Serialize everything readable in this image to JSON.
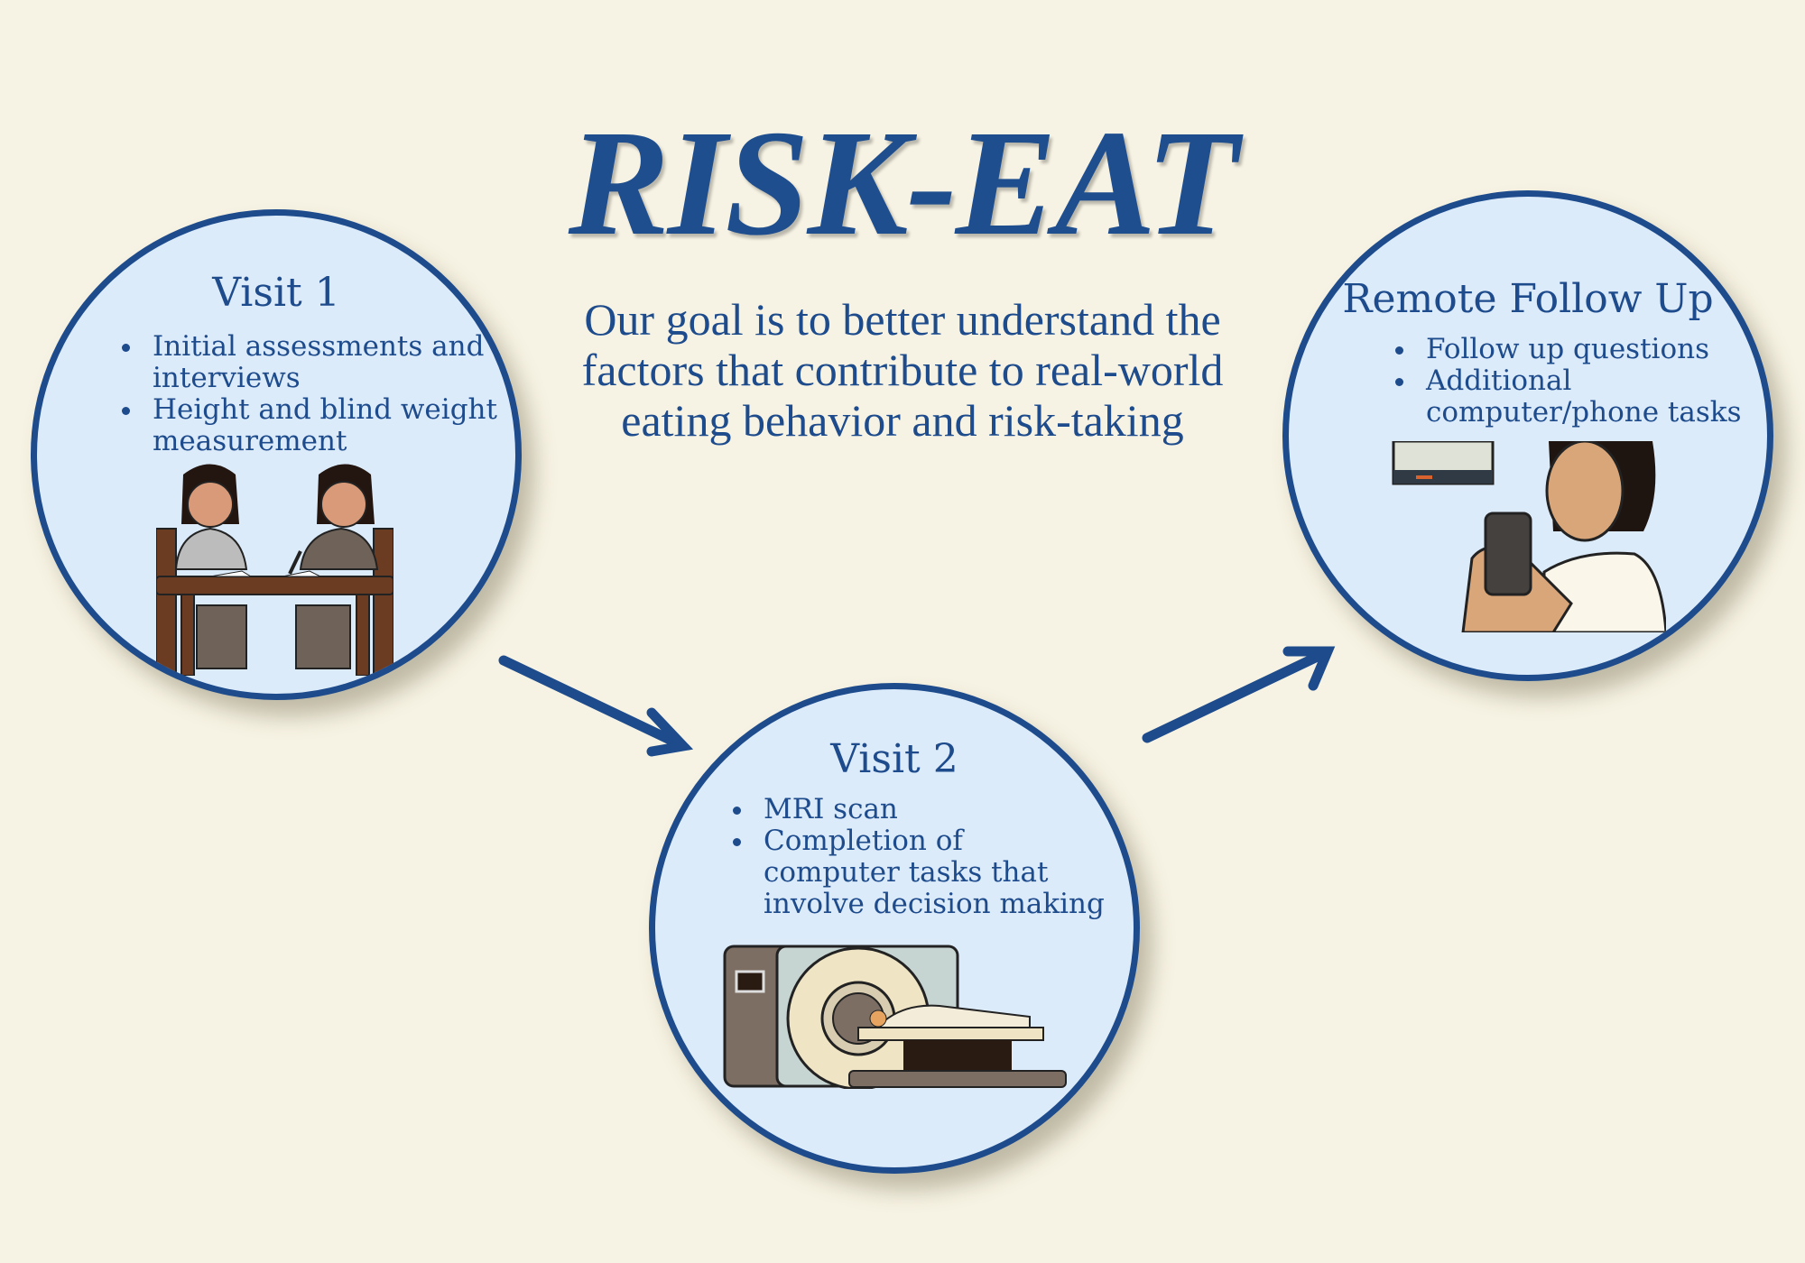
{
  "title": "RISK-EAT",
  "goal": "Our goal is  to better understand the factors that contribute to real-world eating behavior and risk-taking",
  "colors": {
    "accent": "#1d4b8c",
    "circle_fill": "#dcebfa",
    "background": "#f7f3e4"
  },
  "stages": [
    {
      "heading": "Visit 1",
      "bullets": [
        "Initial assessments and interviews",
        "Height and blind weight measurement"
      ],
      "illustration": "two-people-interview-icon"
    },
    {
      "heading": "Visit 2",
      "bullets": [
        "MRI scan",
        "Completion of computer tasks that involve decision making"
      ],
      "illustration": "mri-scanner-icon"
    },
    {
      "heading": "Remote Follow Up",
      "bullets": [
        "Follow up questions",
        "Additional computer/phone tasks"
      ],
      "illustration": "person-with-phone-icon"
    }
  ]
}
